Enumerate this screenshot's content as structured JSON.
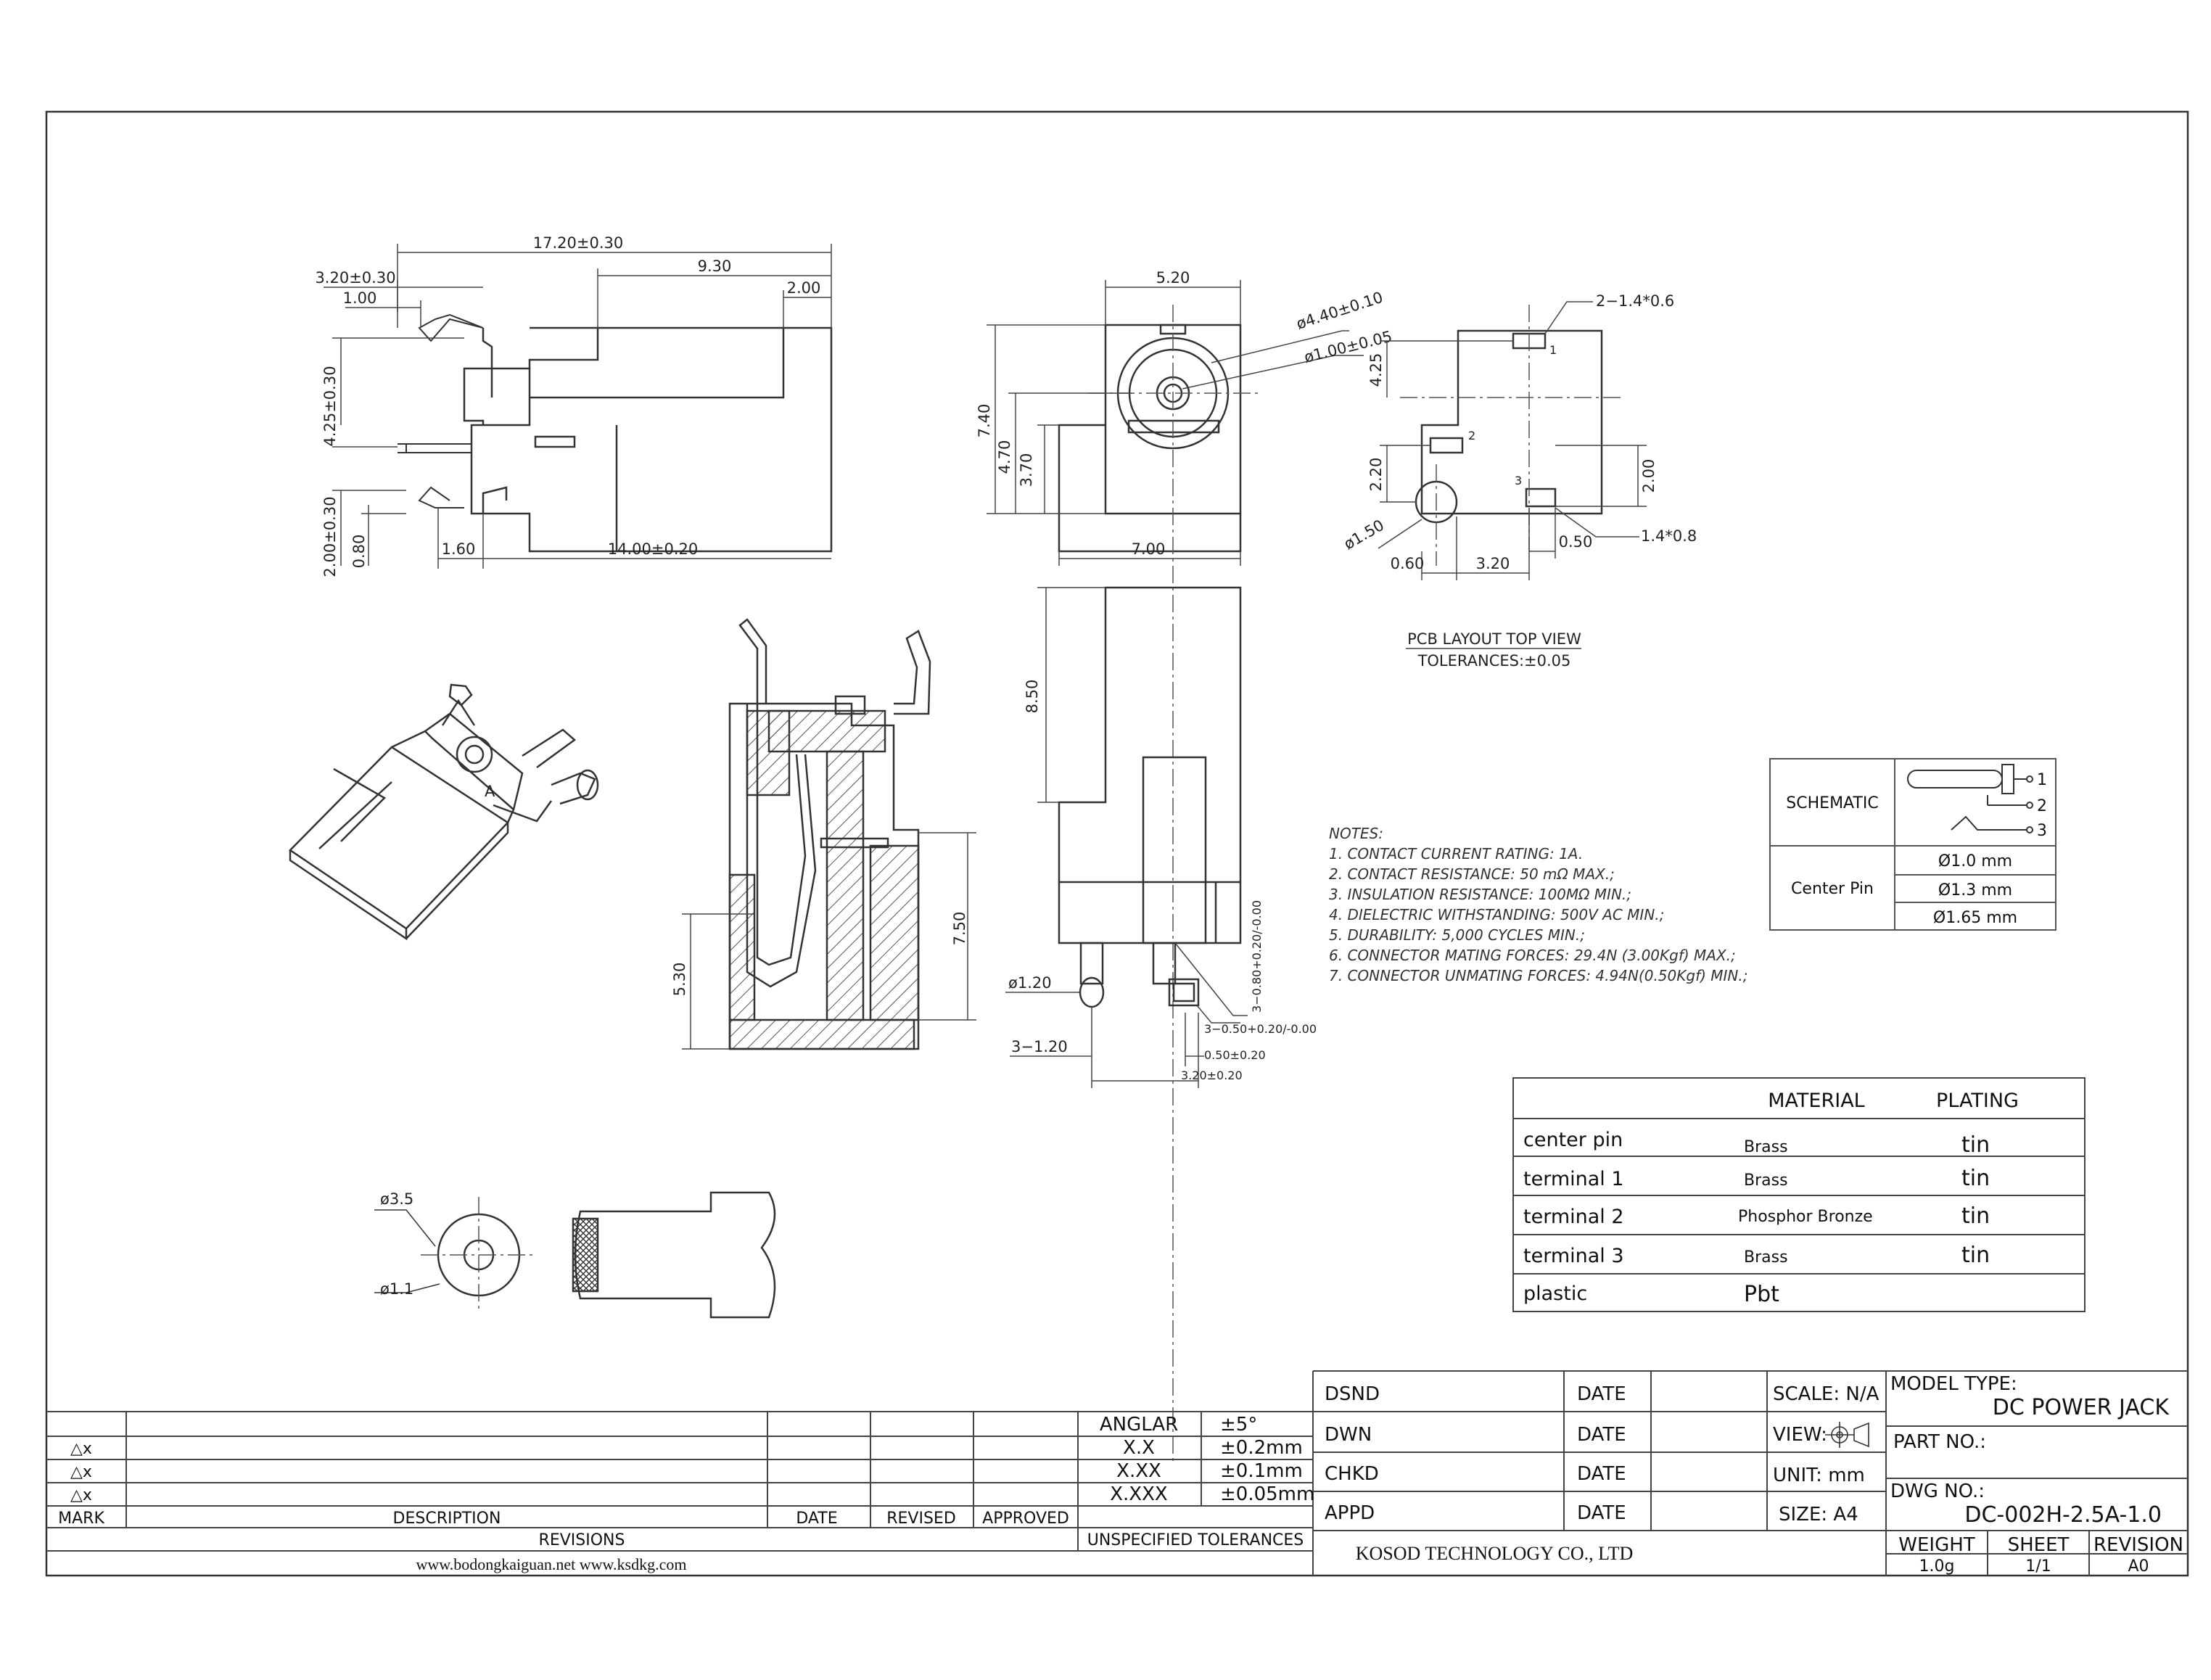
{
  "drawing": {
    "top_view_dims": {
      "overall_length": "17.20±0.30",
      "body_to_front": "9.30",
      "front_lip": "2.00",
      "pin_offset": "3.20±0.30",
      "pin_tip": "1.00",
      "pin_height": "4.25±0.30",
      "bottom_offset": "2.00±0.30",
      "bottom_pin": "0.80",
      "pin_gap": "1.60",
      "body_length": "14.00±0.20"
    },
    "front_view_dims": {
      "width": "5.20",
      "outer_dia": "ø4.40±0.10",
      "inner_dia": "ø1.00±0.05",
      "height": "7.40",
      "center_height": "4.70",
      "base_height": "3.70",
      "base_width": "7.00"
    },
    "side_view_dims": {
      "upper_height": "8.50",
      "pin_dia": "ø1.20",
      "pin_slot": "3−1.20",
      "slot_a": "3−0.80+0.20/-0.00",
      "slot_b": "3−0.50+0.20/-0.00",
      "pitch_small": "0.50±0.20",
      "pitch_large": "3.20±0.20"
    },
    "section_dims": {
      "total_height": "7.50",
      "pin_height": "5.30"
    },
    "pcb_layout": {
      "pad1": "2−1.4*0.6",
      "pad3": "1.4*0.8",
      "height_upper": "4.25",
      "height_lower": "2.20",
      "height_pad": "2.00",
      "hole_dia": "ø1.50",
      "edge": "0.60",
      "pitch": "3.20",
      "pad_w": "0.50",
      "pin1": "1",
      "pin2": "2",
      "pin3": "3",
      "title": "PCB LAYOUT TOP VIEW",
      "tolerance": "TOLERANCES:±0.05"
    },
    "plug": {
      "outer_dia": "ø3.5",
      "inner_dia": "ø1.1"
    },
    "iso_label": "A"
  },
  "notes": {
    "heading": "NOTES:",
    "items": [
      "1. CONTACT CURRENT RATING: 1A.",
      "2. CONTACT RESISTANCE: 50 mΩ MAX.;",
      "3. INSULATION RESISTANCE: 100MΩ MIN.;",
      "4. DIELECTRIC WITHSTANDING: 500V AC MIN.;",
      "5. DURABILITY: 5,000 CYCLES MIN.;",
      "6. CONNECTOR MATING FORCES: 29.4N (3.00Kgf) MAX.;",
      "7. CONNECTOR UNMATING FORCES: 4.94N(0.50Kgf) MIN.;"
    ]
  },
  "schematic_table": {
    "schematic_label": "SCHEMATIC",
    "pins": [
      "1",
      "2",
      "3"
    ],
    "center_pin_label": "Center Pin",
    "center_pin_options": [
      "Ø1.0 mm",
      "Ø1.3 mm",
      "Ø1.65 mm"
    ]
  },
  "material_table": {
    "headers": [
      "MATERIAL",
      "PLATING"
    ],
    "rows": [
      {
        "part": "center pin",
        "material": "Brass",
        "plating": "tin"
      },
      {
        "part": "terminal 1",
        "material": "Brass",
        "plating": "tin"
      },
      {
        "part": "terminal 2",
        "material": "Phosphor Bronze",
        "plating": "tin"
      },
      {
        "part": "terminal 3",
        "material": "Brass",
        "plating": "tin"
      },
      {
        "part": "plastic",
        "material": "Pbt",
        "plating": ""
      }
    ]
  },
  "revisions": {
    "marks": [
      "△x",
      "△x",
      "△x"
    ],
    "headers": {
      "mark": "MARK",
      "description": "DESCRIPTION",
      "date": "DATE",
      "revised": "REVISED",
      "approved": "APPROVED"
    },
    "title": "REVISIONS",
    "websites": "www.bodongkaiguan.net     www.ksdkg.com"
  },
  "tolerances": {
    "rows": [
      {
        "label": "ANGLAR",
        "value": "±5°"
      },
      {
        "label": "X.X",
        "value": "±0.2mm"
      },
      {
        "label": "X.XX",
        "value": "±0.1mm"
      },
      {
        "label": "X.XXX",
        "value": "±0.05mm"
      }
    ],
    "title": "UNSPECIFIED TOLERANCES"
  },
  "title_block": {
    "signoffs": [
      "DSND",
      "DWN",
      "CHKD",
      "APPD"
    ],
    "date_label": "DATE",
    "scale": "SCALE: N/A",
    "view": "VIEW:",
    "unit": "UNIT: mm",
    "size": "SIZE: A4",
    "company": "KOSOD TECHNOLOGY CO., LTD",
    "model_type_label": "MODEL TYPE:",
    "model_type": "DC POWER JACK",
    "part_no_label": "PART NO.:",
    "dwg_no_label": "DWG NO.:",
    "dwg_no": "DC-002H-2.5A-1.0",
    "weight_label": "WEIGHT",
    "weight": "1.0g",
    "sheet_label": "SHEET",
    "sheet": "1/1",
    "revision_label": "REVISION",
    "revision": "A0"
  }
}
